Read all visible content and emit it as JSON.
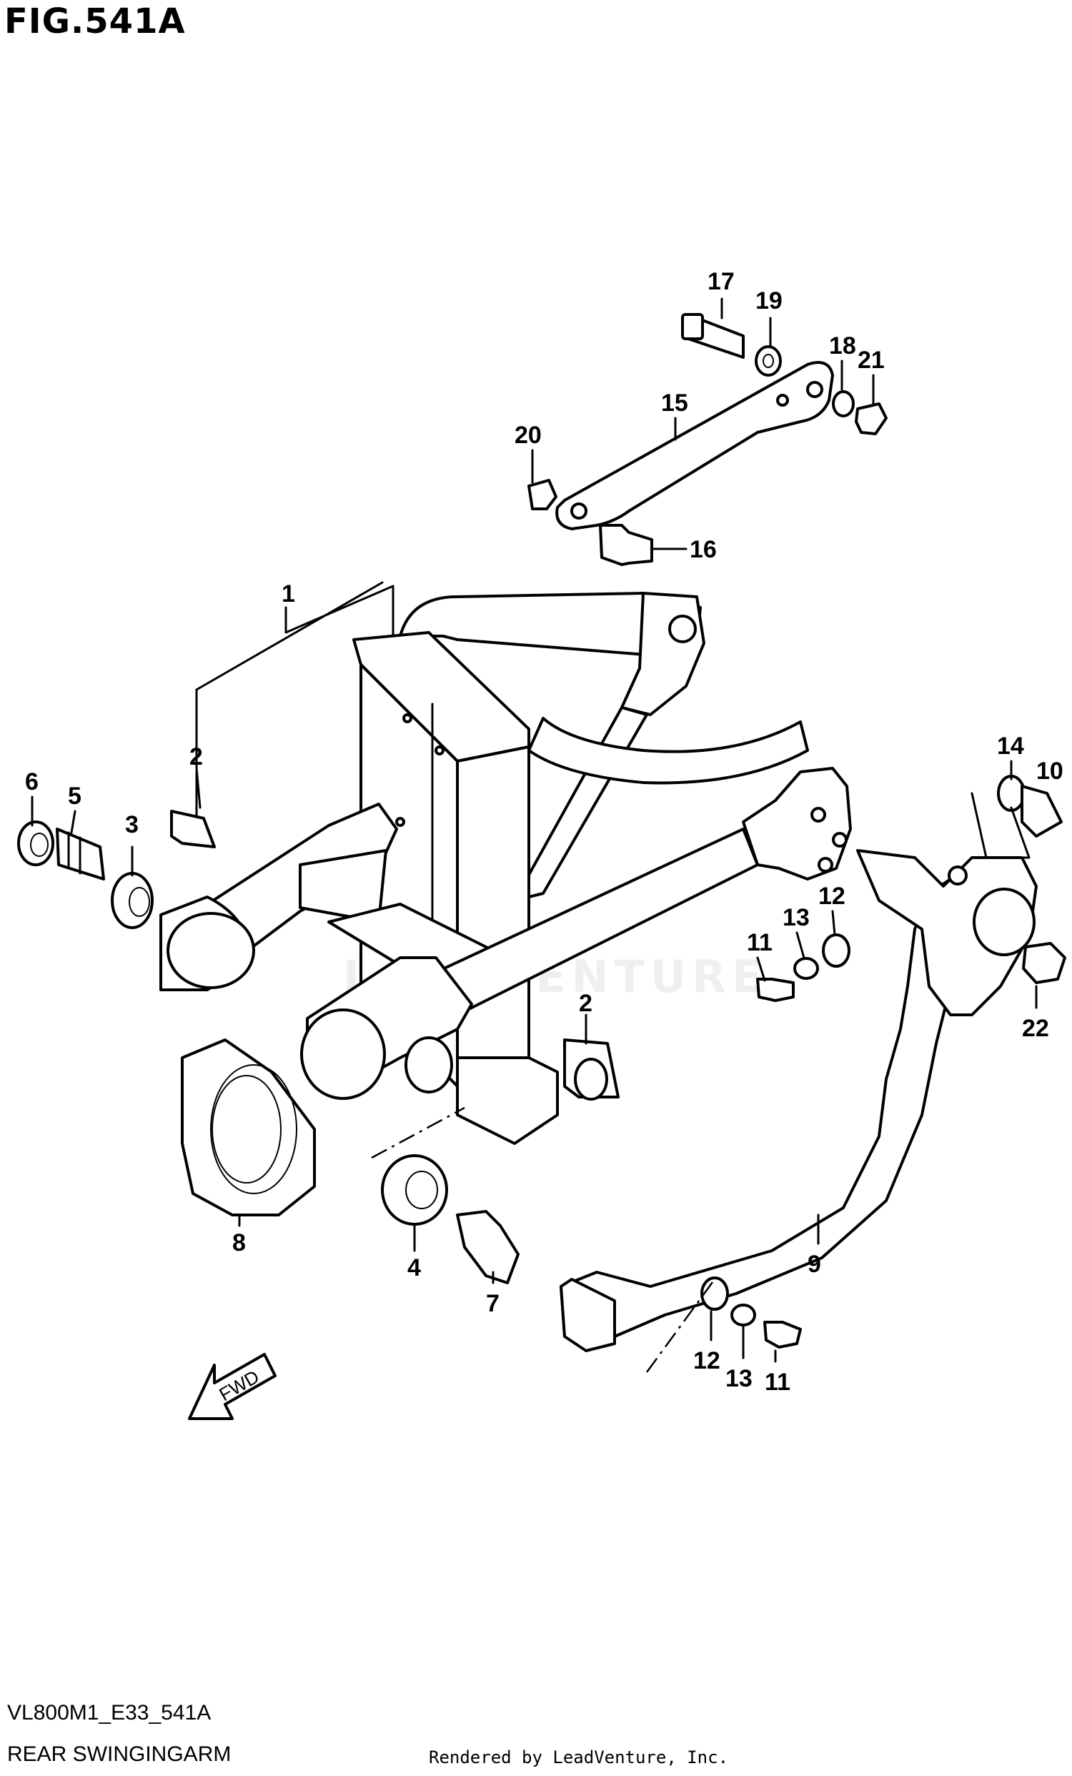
{
  "figure_title": "FIG.541A",
  "model_code": "VL800M1_E33_541A",
  "diagram_name": "REAR SWINGINGARM",
  "render_credit": "Rendered by LeadVenture, Inc.",
  "watermark": "LEADVENTURE",
  "fwd_label": "FWD",
  "callouts": {
    "c1": "1",
    "c2a": "2",
    "c2b": "2",
    "c3": "3",
    "c4": "4",
    "c5": "5",
    "c6": "6",
    "c7": "7",
    "c8": "8",
    "c9": "9",
    "c10": "10",
    "c11a": "11",
    "c11b": "11",
    "c12a": "12",
    "c12b": "12",
    "c13a": "13",
    "c13b": "13",
    "c14": "14",
    "c15": "15",
    "c16": "16",
    "c17": "17",
    "c18": "18",
    "c19": "19",
    "c20": "20",
    "c21": "21",
    "c22": "22"
  }
}
